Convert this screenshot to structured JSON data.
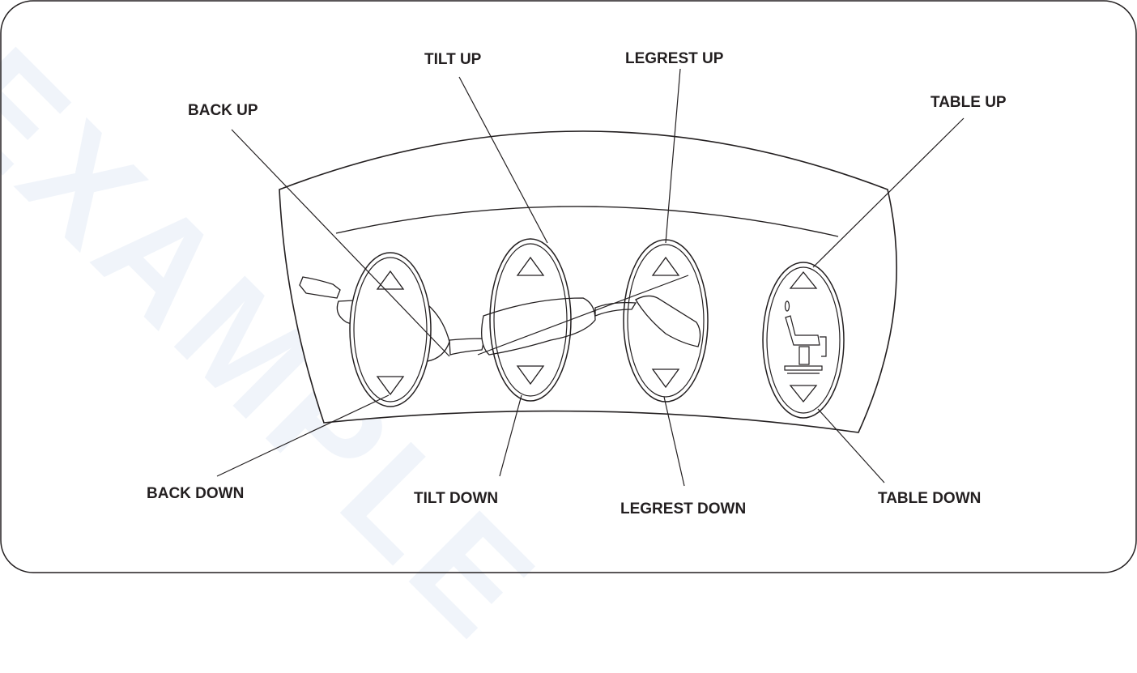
{
  "watermark": "EXAMPLE",
  "labels": {
    "back_up": "BACK UP",
    "back_down": "BACK DOWN",
    "tilt_up": "TILT UP",
    "tilt_down": "TILT DOWN",
    "legrest_up": "LEGREST UP",
    "legrest_down": "LEGREST DOWN",
    "table_up": "TABLE UP",
    "table_down": "TABLE DOWN"
  },
  "colors": {
    "line": "#231f20",
    "watermark_blue": "#dfe8f5",
    "watermark_orange": "#fbe3d2"
  }
}
